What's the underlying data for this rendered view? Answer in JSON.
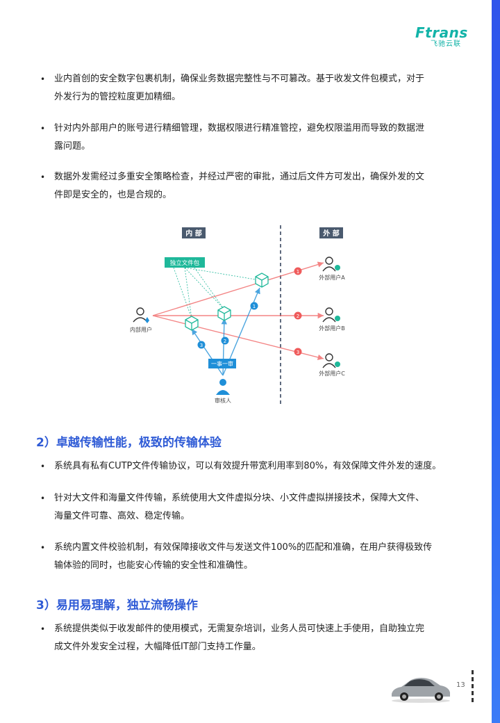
{
  "header": {
    "brand_name": "Ftrans",
    "brand_sub": "飞驰云联"
  },
  "section1": {
    "bullets": [
      [
        "业内首创的安全数字包裹机制，确保业务数据完整性与不可篡改。基于收发文件包模式，对于",
        "外发行为的管控粒度更加精细。"
      ],
      [
        "针对内外部用户的账号进行精细管理，数据权限进行精准管控，避免权限滥用而导致的数据泄",
        "露问题。"
      ],
      [
        "数据外发需经过多重安全策略检查，并经过严密的审批，通过后文件方可发出，确保外发的文",
        "件即是安全的，也是合规的。"
      ]
    ]
  },
  "diagram": {
    "internal_label": "内 部",
    "external_label": "外 部",
    "package_label": "独立文件包",
    "internal_user": "内部用户",
    "approver_box": "一事一审",
    "approver": "审核人",
    "external_users": [
      "外部用户A",
      "外部用户B",
      "外部用户C"
    ],
    "step_numbers": [
      "1",
      "2",
      "3"
    ],
    "colors": {
      "accent_teal": "#1fb89a",
      "arrow_red": "#ef5b5b",
      "arrow_blue": "#1f8fd8",
      "label_dark": "#4a5a6e"
    }
  },
  "section2": {
    "heading": "2）卓越传输性能，极致的传输体验",
    "bullets": [
      [
        "系统具有私有CUTP文件传输协议，可以有效提升带宽利用率到80%，有效保障文件外发的速度。"
      ],
      [
        "针对大文件和海量文件传输，系统使用大文件虚拟分块、小文件虚拟拼接技术，保障大文件、",
        "海量文件可靠、高效、稳定传输。"
      ],
      [
        "系统内置文件校验机制，有效保障接收文件与发送文件100%的匹配和准确，在用户获得极致传",
        "输体验的同时，也能安心传输的安全性和准确性。"
      ]
    ]
  },
  "section3": {
    "heading": "3）易用易理解，独立流畅操作",
    "bullets": [
      [
        "系统提供类似于收发邮件的使用模式，无需复杂培训，业务人员可快速上手使用，自助独立完",
        "成文件外发安全过程，大幅降低IT部门支持工作量。"
      ]
    ]
  },
  "footer": {
    "page_number": "13"
  }
}
